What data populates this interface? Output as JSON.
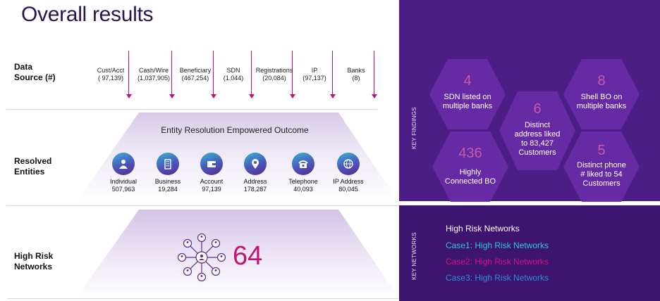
{
  "title": "Overall results",
  "rows": {
    "data_source": "Data\nSource (#)",
    "resolved": "Resolved\nEntities",
    "high_risk": "High Risk\nNetworks"
  },
  "data_sources": [
    {
      "name": "Cust/Acct",
      "count": "( 97,139)"
    },
    {
      "name": "Cash/Wire",
      "count": "(1,037,905)"
    },
    {
      "name": "Beneficiary",
      "count": "(467,254)"
    },
    {
      "name": "SDN",
      "count": "(1,044)"
    },
    {
      "name": "Registrations",
      "count": "(20,084)"
    },
    {
      "name": "IP",
      "count": "(97,137)"
    },
    {
      "name": "Banks",
      "count": "(8)"
    }
  ],
  "entity_resolution_title": "Entity Resolution Empowered Outcome",
  "entities": [
    {
      "name": "Individual",
      "count": "507,963",
      "icon": "person-icon"
    },
    {
      "name": "Business",
      "count": "19,284",
      "icon": "building-icon"
    },
    {
      "name": "Account",
      "count": "97,139",
      "icon": "wallet-icon"
    },
    {
      "name": "Address",
      "count": "178,287",
      "icon": "location-pin-icon"
    },
    {
      "name": "Telephone",
      "count": "40,093",
      "icon": "telephone-icon"
    },
    {
      "name": "IP Address",
      "count": "80,045",
      "icon": "globe-icon"
    }
  ],
  "networks_count": "64",
  "key_findings_label": "KEY FINDINGS",
  "key_networks_label": "KEY NETWORKS",
  "findings": [
    {
      "num": "4",
      "text": "SDN listed on\nmultiple banks"
    },
    {
      "num": "6",
      "text": "Distinct\naddress  liked\nto 83,427\nCustomers"
    },
    {
      "num": "8",
      "text": "Shell BO on\nmultiple banks"
    },
    {
      "num": "436",
      "text": "Highly\nConnected BO"
    },
    {
      "num": "5",
      "text": "Distinct phone\n# liked to 54\nCustomers"
    }
  ],
  "networks": {
    "title": "High Risk Networks",
    "cases": [
      {
        "label": "Case1: High Risk Networks",
        "color": "#2ec8d8"
      },
      {
        "label": "Case2: High Risk Networks",
        "color": "#d6127a"
      },
      {
        "label": "Case3: High Risk Networks",
        "color": "#2e8ed8"
      }
    ]
  },
  "colors": {
    "accent": "#c4126f",
    "panel": "#4a1a82",
    "hex": "#6a2ca8"
  }
}
